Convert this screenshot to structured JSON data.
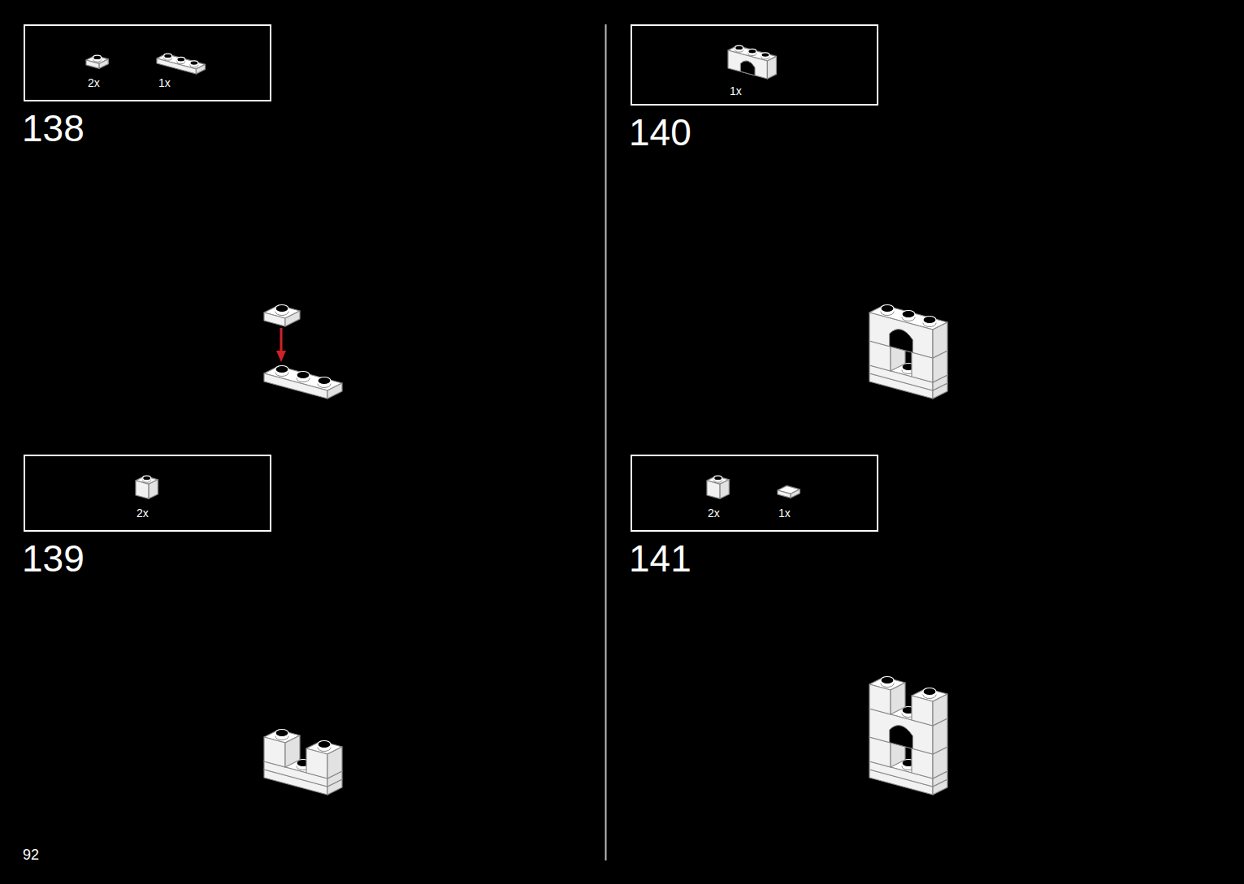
{
  "diagram": {
    "nodes": [
      {
        "text": [
          "2x",
          "1x",
          "138"
        ]
      },
      {
        "text": [
          "2x",
          "139"
        ]
      },
      {
        "text": [
          "1x",
          "140"
        ]
      },
      {
        "text": [
          "2x",
          "1x",
          "141"
        ]
      }
    ],
    "labels": [
      "92"
    ]
  }
}
